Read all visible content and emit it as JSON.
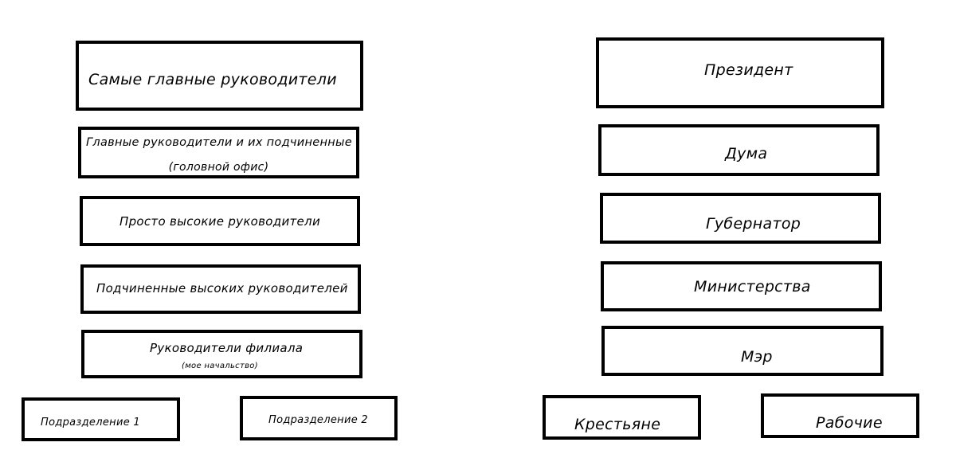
{
  "corporate": {
    "top_executives": "Самые главные руководители",
    "head_office_line1": "Главные руководители и их подчиненные",
    "head_office_line2": "(головной офис)",
    "senior_managers": "Просто высокие руководители",
    "senior_subordinates": "Подчиненные высоких руководителей",
    "branch_managers_line1": "Руководители филиала",
    "branch_managers_line2": "(мое начальство)",
    "division_1": "Подразделение 1",
    "division_2": "Подразделение 2"
  },
  "state": {
    "president": "Президент",
    "duma": "Дума",
    "governor": "Губернатор",
    "ministries": "Министерства",
    "mayor": "Мэр",
    "peasants": "Крестьяне",
    "workers": "Рабочие"
  }
}
